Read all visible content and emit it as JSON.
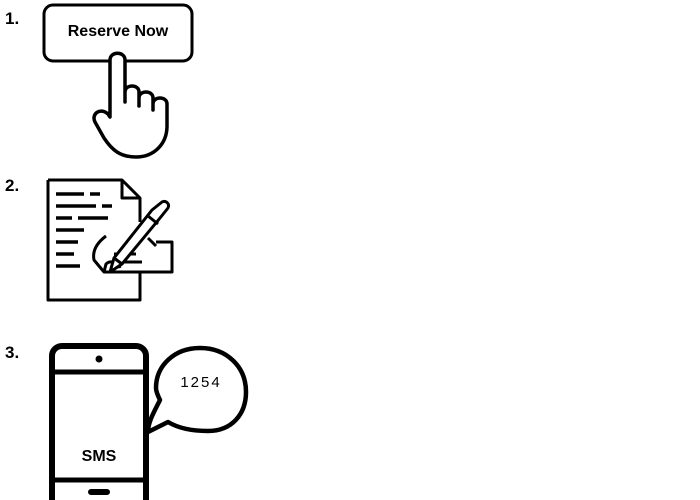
{
  "steps": [
    {
      "number": "1.",
      "button_label": "Reserve Now",
      "icon": "hand-pointer-icon"
    },
    {
      "number": "2.",
      "icon": "document-signing-icon"
    },
    {
      "number": "3.",
      "screen_label": "SMS",
      "bubble_code": "1254",
      "icon": "smartphone-sms-icon"
    }
  ],
  "colors": {
    "stroke": "#000000",
    "background": "#ffffff"
  }
}
